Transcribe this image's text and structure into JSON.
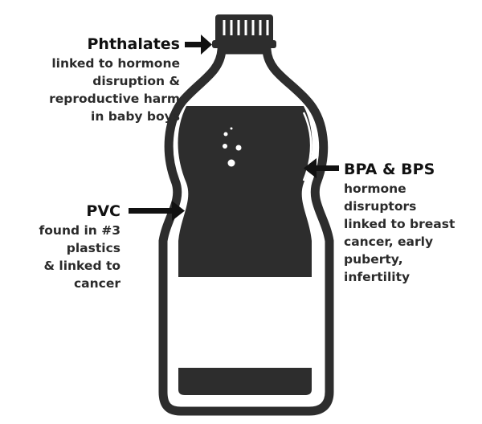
{
  "callouts": {
    "phthalates": {
      "title": "Phthalates",
      "lines": [
        "linked to hormone",
        "disruption &",
        "reproductive harm",
        "in baby boys"
      ]
    },
    "pvc": {
      "title": "PVC",
      "lines": [
        "found in #3",
        "plastics",
        "& linked to",
        "cancer"
      ]
    },
    "bpa": {
      "title": "BPA & BPS",
      "lines": [
        "hormone",
        "disruptors",
        "linked to breast",
        "cancer, early",
        "puberty,",
        "infertility"
      ]
    }
  },
  "colors": {
    "ink": "#2d2d2d",
    "background": "#ffffff"
  }
}
